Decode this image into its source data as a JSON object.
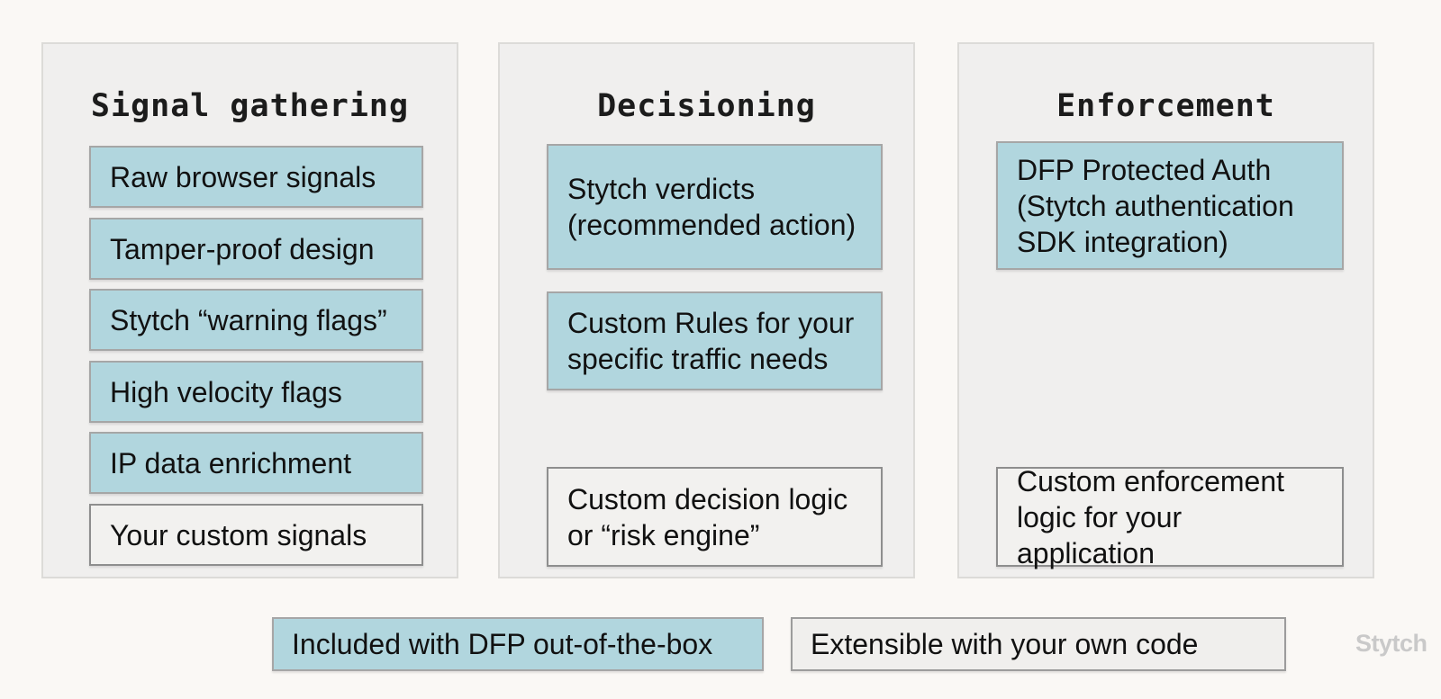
{
  "diagram": {
    "columns": [
      {
        "title": "Signal gathering",
        "boxes": [
          {
            "label": "Raw browser signals",
            "type": "included"
          },
          {
            "label": "Tamper-proof design",
            "type": "included"
          },
          {
            "label": "Stytch “warning flags”",
            "type": "included"
          },
          {
            "label": "High velocity flags",
            "type": "included"
          },
          {
            "label": "IP data enrichment",
            "type": "included"
          },
          {
            "label": "Your custom signals",
            "type": "extensible"
          }
        ]
      },
      {
        "title": "Decisioning",
        "boxes": [
          {
            "label": "Stytch verdicts (recommended action)",
            "type": "included"
          },
          {
            "label": "Custom Rules for your specific traffic needs",
            "type": "included"
          },
          {
            "label": "Custom decision logic or “risk engine”",
            "type": "extensible"
          }
        ]
      },
      {
        "title": "Enforcement",
        "boxes": [
          {
            "label": "DFP Protected Auth (Stytch authentication SDK integration)",
            "type": "included"
          },
          {
            "label": "Custom enforcement logic for your application",
            "type": "extensible"
          }
        ]
      }
    ],
    "legend": {
      "included_label": "Included with DFP out-of-the-box",
      "extensible_label": "Extensible with your own code"
    },
    "watermark": "Stytch",
    "colors": {
      "included_fill": "#b1d6de",
      "extensible_fill": "#f1f0ee",
      "panel_fill": "#f0efee",
      "page_background": "#faf8f5",
      "text": "#161616",
      "watermark_gray": "#c9c9c9"
    }
  }
}
